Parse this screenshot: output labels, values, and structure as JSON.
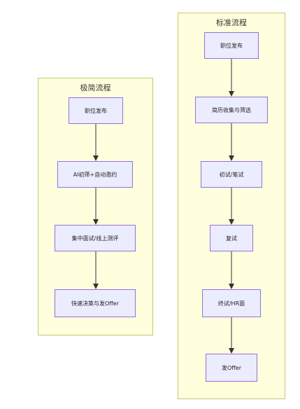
{
  "diagram": {
    "simple": {
      "title": "极简流程",
      "nodes": [
        "职位发布",
        "AI初筛+自动邀约",
        "集中面试/线上测评",
        "快速决策与发Offer"
      ]
    },
    "standard": {
      "title": "标准流程",
      "nodes": [
        "职位发布",
        "简历收集与筛选",
        "初试/笔试",
        "复试",
        "终试/HR面",
        "发Offer"
      ]
    }
  },
  "colors": {
    "lane_fill": "#ffffde",
    "lane_border": "#c8c86a",
    "node_fill": "#ececff",
    "node_border": "#9370db",
    "edge": "#333333"
  }
}
